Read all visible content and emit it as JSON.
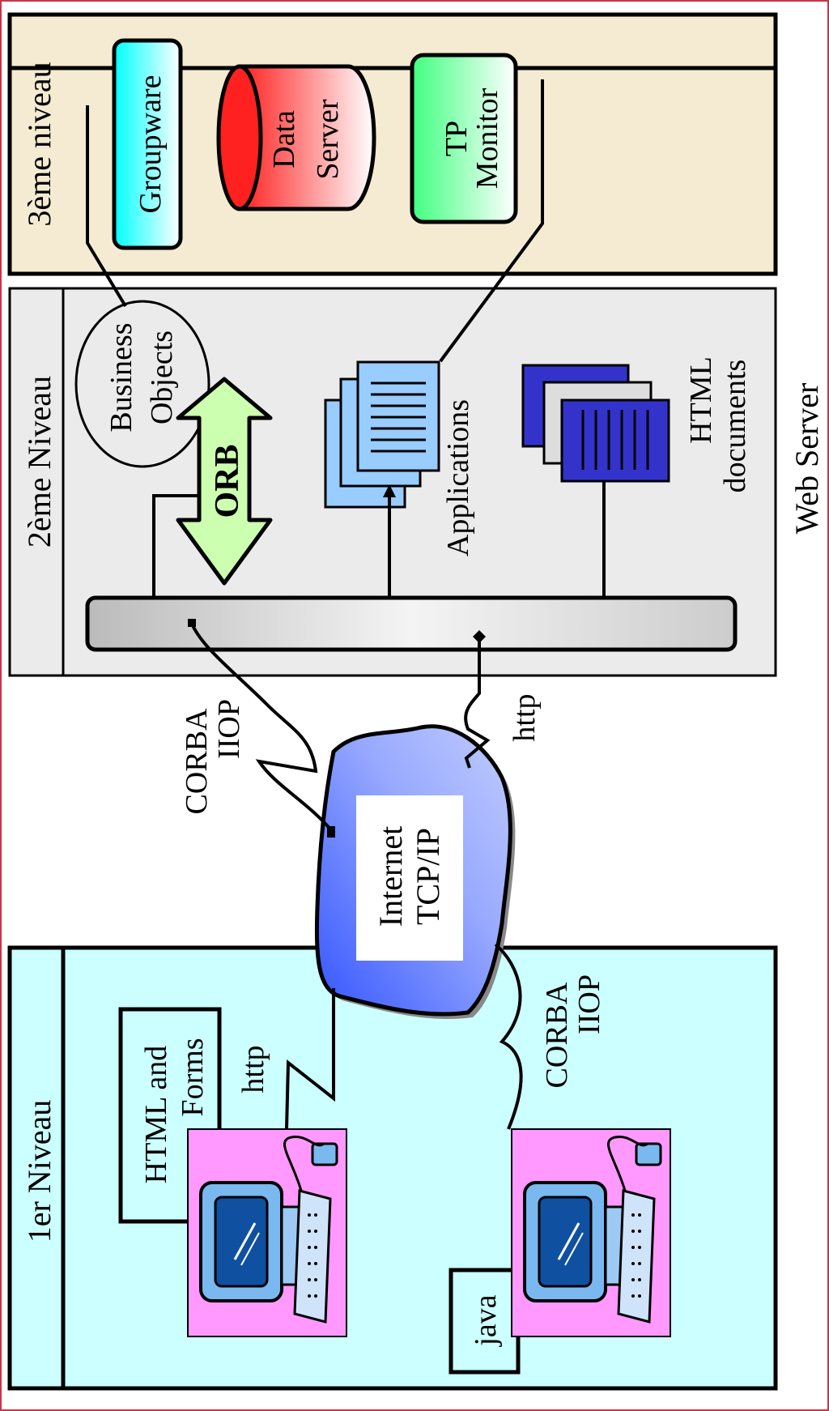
{
  "tiers": {
    "tier1": {
      "label": "1er Niveau",
      "fill": "#ccffff"
    },
    "tier2": {
      "label": "2ème Niveau",
      "fill": "#ebebeb"
    },
    "tier3": {
      "label": "3ème niveau",
      "fill": "#f5ebd2"
    }
  },
  "tier3_items": {
    "groupware": "Groupware",
    "data_server_line1": "Data",
    "data_server_line2": "Server",
    "tp_monitor_line1": "TP",
    "tp_monitor_line2": "Monitor"
  },
  "tier2_items": {
    "business_objects_line1": "Business",
    "business_objects_line2": "Objects",
    "orb": "ORB",
    "applications": "Applications",
    "html_docs_line1": "HTML",
    "html_docs_line2": "documents"
  },
  "web_server": "Web Server",
  "internet": {
    "line1": "Internet",
    "line2": "TCP/IP"
  },
  "connections": {
    "corba_top_line1": "CORBA",
    "corba_top_line2": "IIOP",
    "http_top": "http",
    "http_bottom": "http",
    "corba_bottom_line1": "CORBA",
    "corba_bottom_line2": "IIOP"
  },
  "tier1_items": {
    "html_forms_line1": "HTML and",
    "html_forms_line2": "Forms",
    "java": "java"
  },
  "colors": {
    "groupware": "#00ffff",
    "data_server": "#ff2020",
    "tp_monitor": "#40ff80",
    "orb": "#ccffb0",
    "applications": "#99ccff",
    "html_docs": "#3333cc",
    "internet": "#4466ff",
    "computer_bg": "#ff99ff"
  }
}
